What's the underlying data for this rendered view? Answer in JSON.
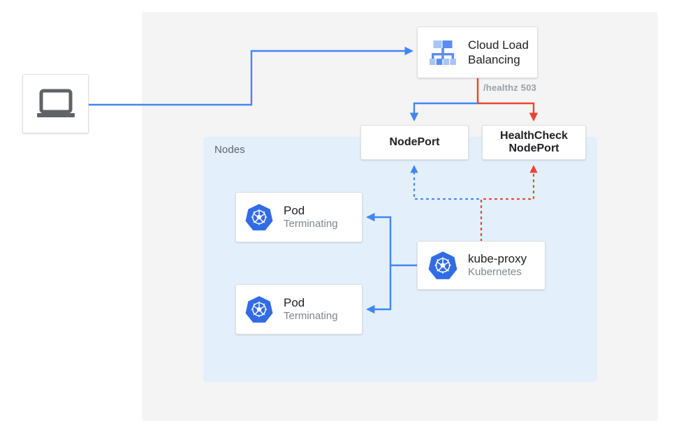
{
  "diagram": {
    "title": "GKE Cloud Load Balancing health check flow",
    "colors": {
      "panel_background": "#f4f4f4",
      "nodes_background": "#e3f0fc",
      "traffic_blue": "#4285f4",
      "health_red": "#ea4335",
      "kubernetes_blue": "#326ce5",
      "card_background": "#ffffff",
      "card_border": "#e0e0e0",
      "label_gray": "#5f6368",
      "subtitle_gray": "#80868b"
    },
    "regions": [
      {
        "name": "cluster-panel",
        "label": ""
      },
      {
        "name": "nodes-panel",
        "label": "Nodes"
      }
    ],
    "nodes_region_label": "Nodes",
    "nodes": [
      {
        "id": "client",
        "icon": "laptop-icon",
        "title": "",
        "subtitle": ""
      },
      {
        "id": "cloud-load-balancing",
        "icon": "cloud-load-balancing-icon",
        "title": "Cloud Load",
        "title_line2": "Balancing",
        "subtitle": ""
      },
      {
        "id": "nodeport",
        "icon": "",
        "title": "NodePort",
        "subtitle": ""
      },
      {
        "id": "healthcheck-nodeport",
        "icon": "",
        "title": "HealthCheck",
        "title_line2": "NodePort",
        "subtitle": ""
      },
      {
        "id": "pod-1",
        "icon": "kubernetes-icon",
        "title": "Pod",
        "subtitle": "Terminating"
      },
      {
        "id": "pod-2",
        "icon": "kubernetes-icon",
        "title": "Pod",
        "subtitle": "Terminating"
      },
      {
        "id": "kube-proxy",
        "icon": "kubernetes-icon",
        "title": "kube-proxy",
        "subtitle": "Kubernetes"
      }
    ],
    "edges": [
      {
        "id": "client-to-lb",
        "from": "client",
        "to": "cloud-load-balancing",
        "style": "solid",
        "color": "#4285f4",
        "label": ""
      },
      {
        "id": "lb-to-nodeport",
        "from": "cloud-load-balancing",
        "to": "nodeport",
        "style": "solid",
        "color": "#4285f4",
        "label": ""
      },
      {
        "id": "lb-to-healthcheck",
        "from": "cloud-load-balancing",
        "to": "healthcheck-nodeport",
        "style": "solid",
        "color": "#ea4335",
        "label": "/healthz 503"
      },
      {
        "id": "kubeproxy-to-nodeport",
        "from": "kube-proxy",
        "to": "nodeport",
        "style": "dotted",
        "color": "#4285f4",
        "label": ""
      },
      {
        "id": "kubeproxy-to-healthcheck",
        "from": "kube-proxy",
        "to": "healthcheck-nodeport",
        "style": "dotted",
        "color": "#ea4335",
        "label": ""
      },
      {
        "id": "kubeproxy-to-pod-1",
        "from": "kube-proxy",
        "to": "pod-1",
        "style": "solid",
        "color": "#4285f4",
        "label": ""
      },
      {
        "id": "kubeproxy-to-pod-2",
        "from": "kube-proxy",
        "to": "pod-2",
        "style": "solid",
        "color": "#4285f4",
        "label": ""
      }
    ],
    "labels": {
      "healthz": "/healthz 503"
    }
  }
}
